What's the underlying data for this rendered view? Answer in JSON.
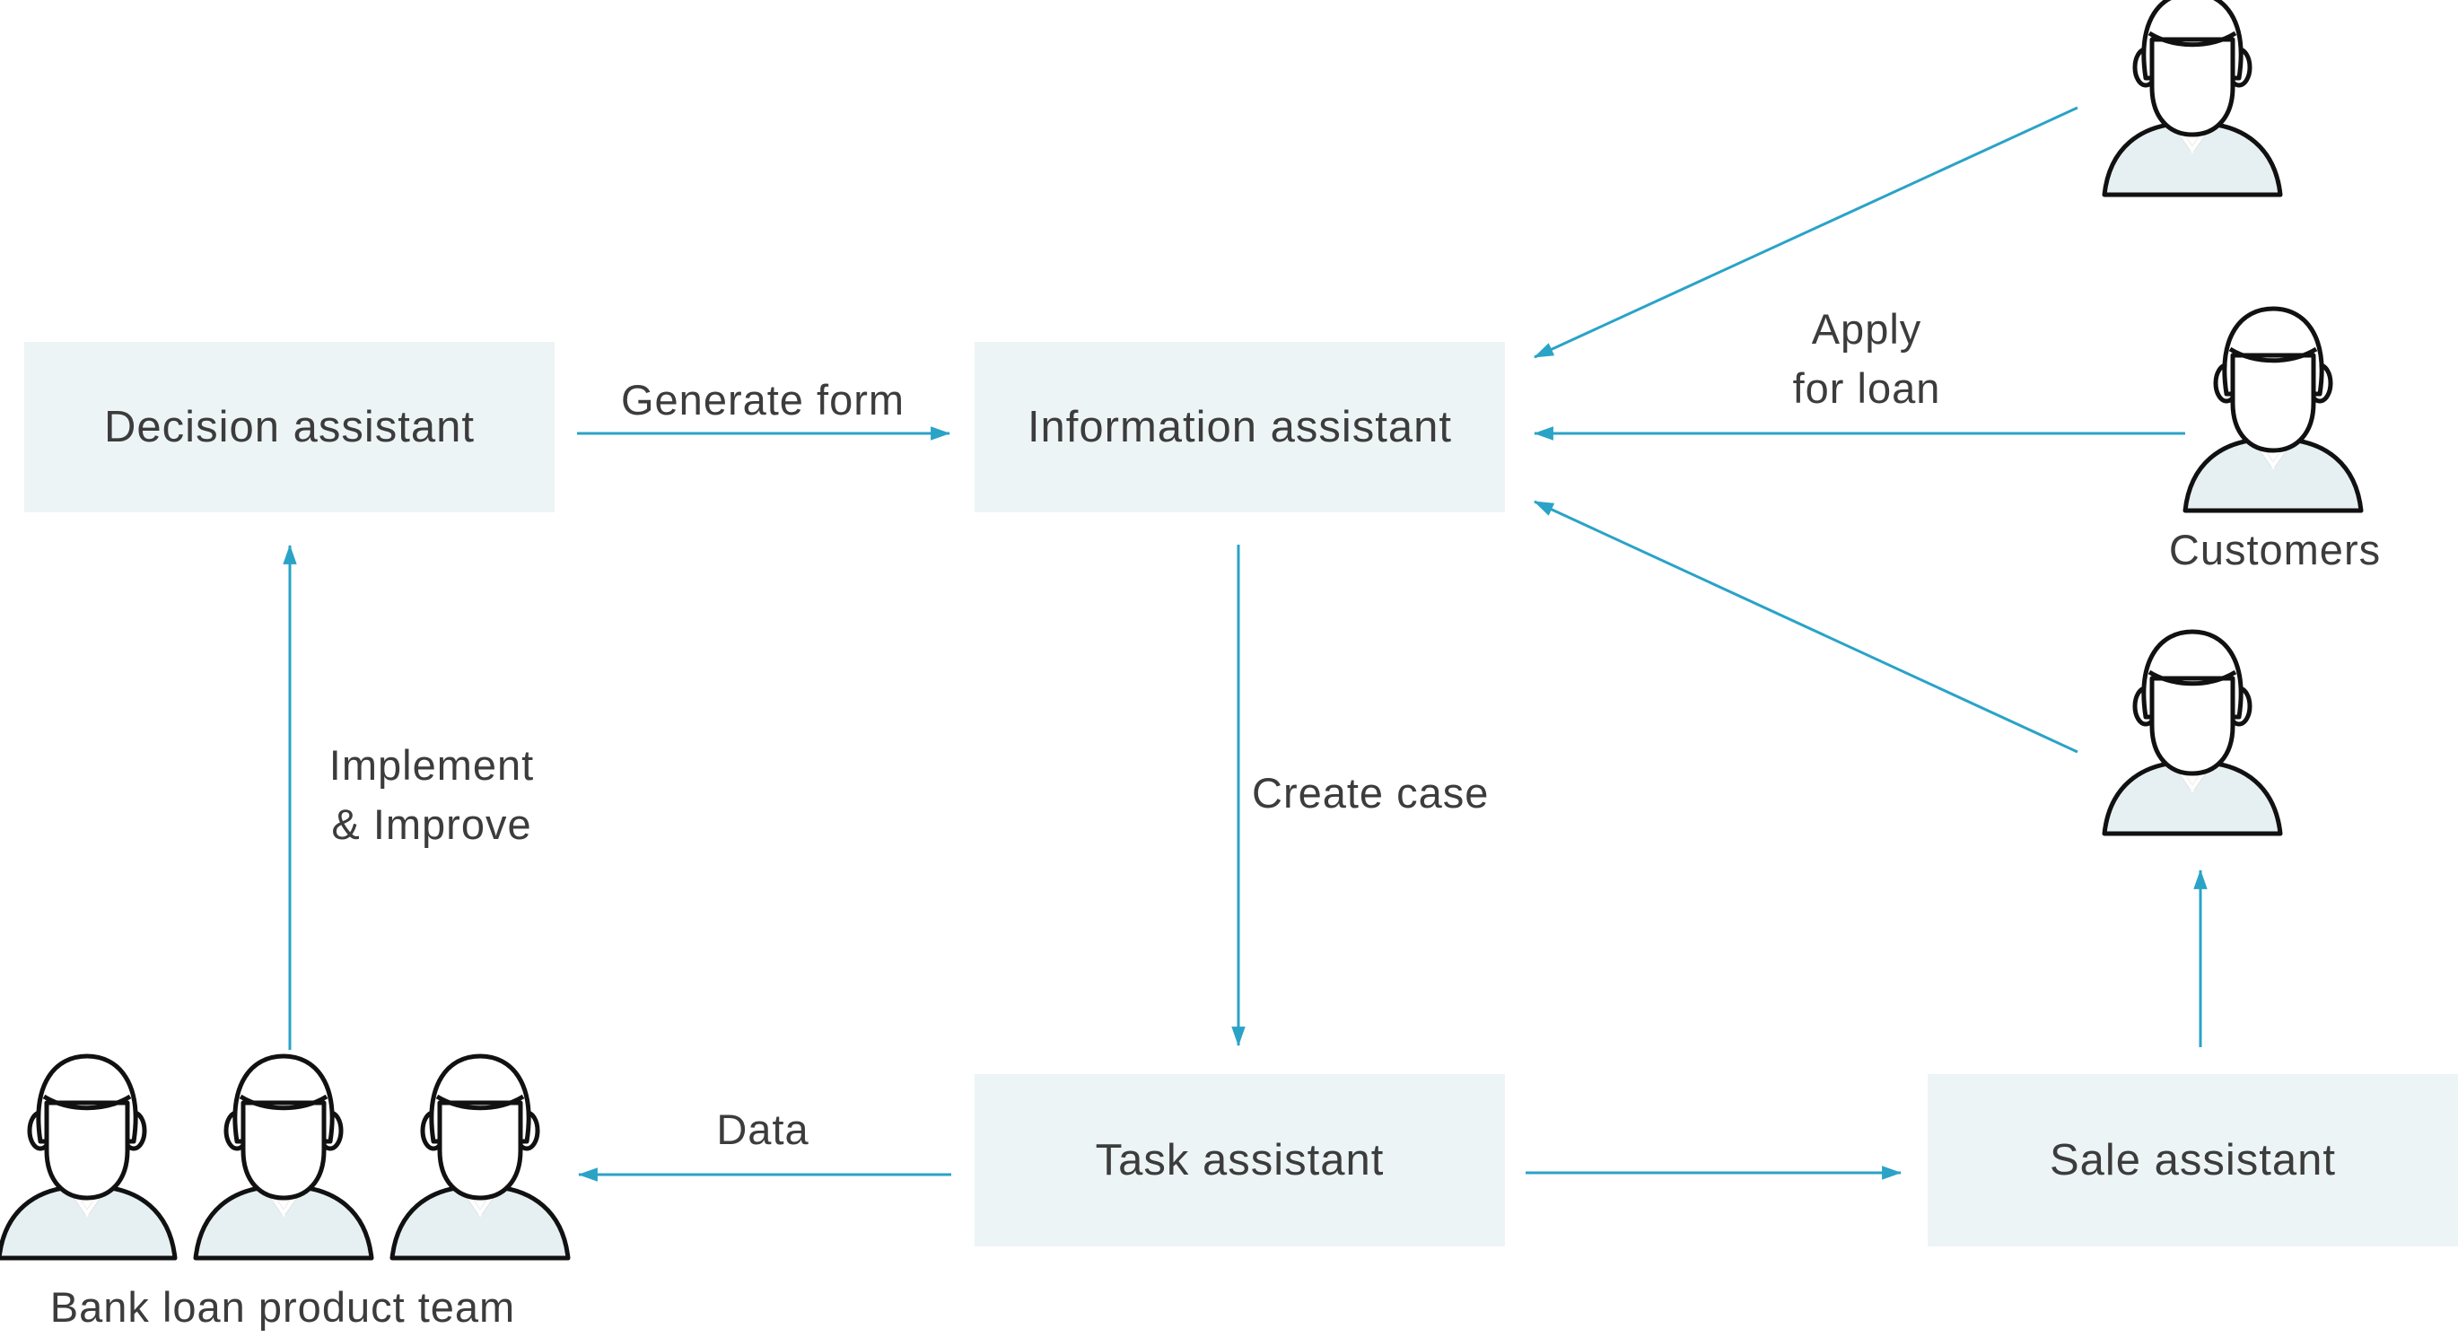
{
  "nodes": {
    "decision": "Decision assistant",
    "information": "Information assistant",
    "task": "Task assistant",
    "sale": "Sale assistant"
  },
  "edges": {
    "generate_form": "Generate form",
    "apply_line1": "Apply",
    "apply_line2": "for loan",
    "create_case": "Create case",
    "implement_line1": "Implement",
    "implement_line2": "& Improve",
    "data": "Data"
  },
  "groups": {
    "customers": "Customers",
    "team": "Bank loan product team"
  },
  "colors": {
    "arrow": "#2aa3c7",
    "box_fill": "#edf4f5",
    "text": "#3c3c3c",
    "person_outline": "#111111",
    "person_shirt": "#e6f0f2"
  }
}
